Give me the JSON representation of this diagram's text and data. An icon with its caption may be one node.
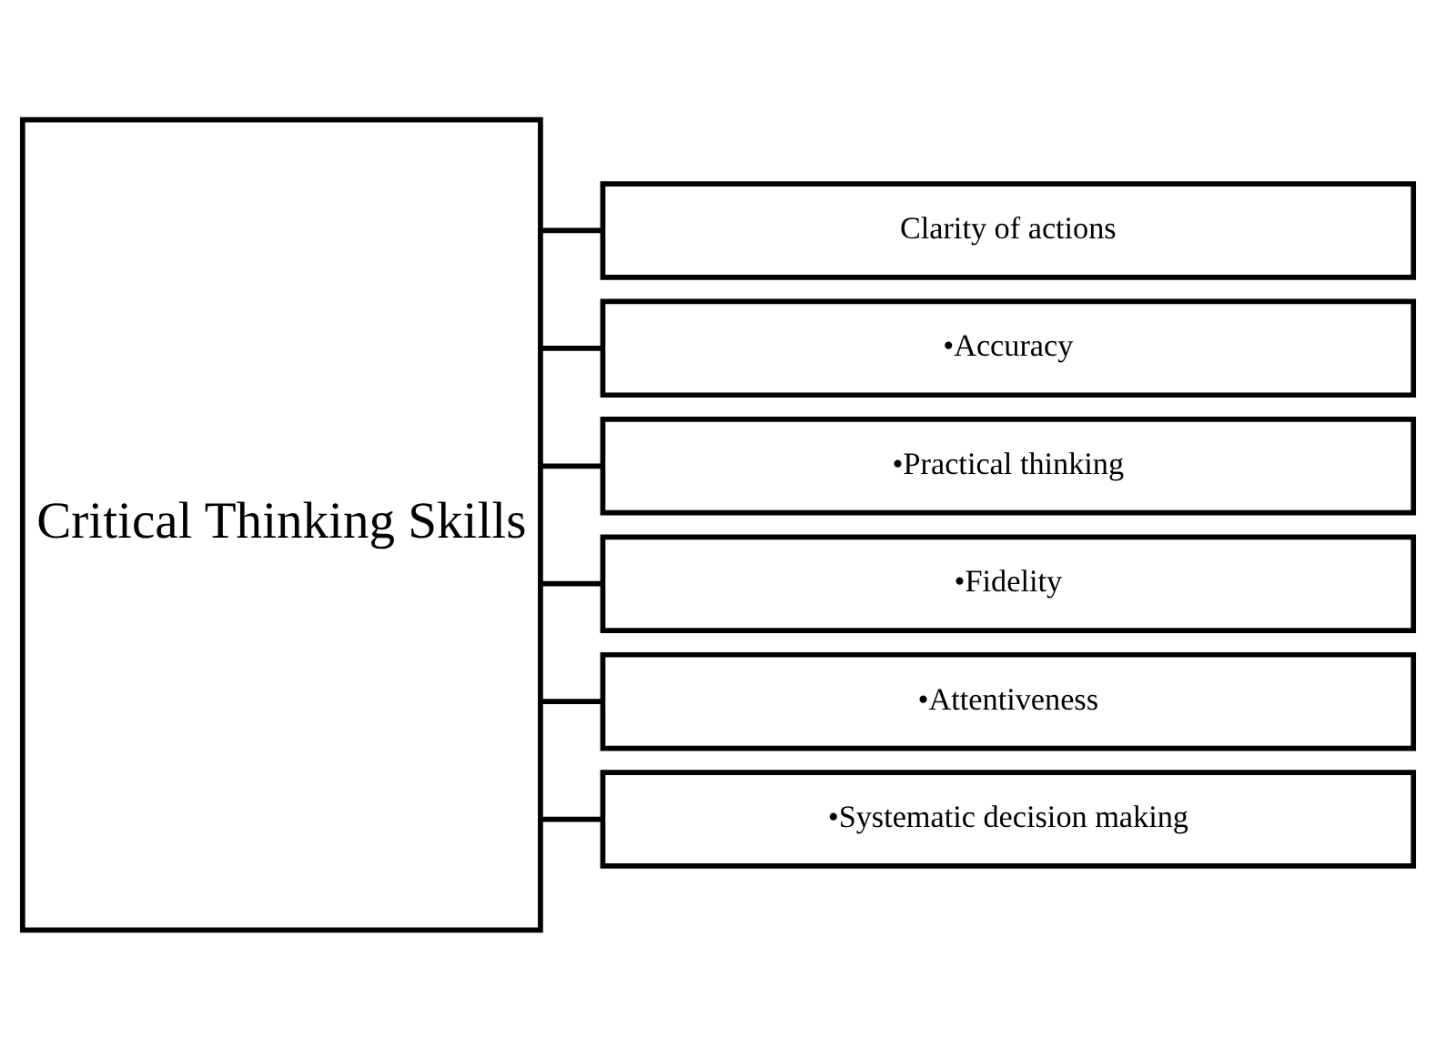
{
  "diagram": {
    "nodes": [
      {
        "text": [
          "Critical Thinking Skills"
        ]
      },
      {
        "text": [
          "Clarity of actions"
        ]
      },
      {
        "text": [
          "•Accuracy"
        ]
      },
      {
        "text": [
          "•Practical thinking"
        ]
      },
      {
        "text": [
          "•Fidelity"
        ]
      },
      {
        "text": [
          "•Attentiveness"
        ]
      },
      {
        "text": [
          "•Systematic decision making"
        ]
      }
    ],
    "edges": [
      {
        "from": 0,
        "to": 1,
        "arrow": "none"
      },
      {
        "from": 0,
        "to": 2,
        "arrow": "none"
      },
      {
        "from": 0,
        "to": 3,
        "arrow": "none"
      },
      {
        "from": 0,
        "to": 4,
        "arrow": "none"
      },
      {
        "from": 0,
        "to": 5,
        "arrow": "none"
      },
      {
        "from": 0,
        "to": 6,
        "arrow": "none"
      }
    ]
  }
}
